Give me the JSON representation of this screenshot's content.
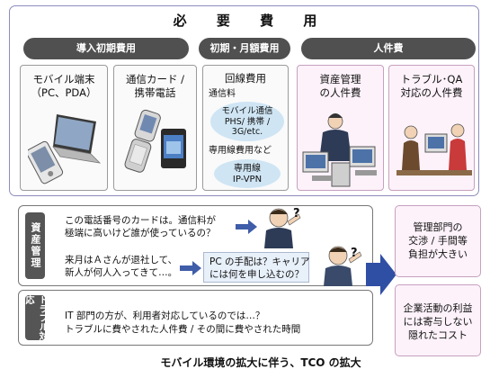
{
  "title": "必 要 費 用",
  "categories": {
    "initial": "導入初期費用",
    "initial_monthly": "初期・月額費用",
    "personnel": "人件費"
  },
  "columns": {
    "device": {
      "line1": "モバイル端末",
      "line2": "（PC、PDA）"
    },
    "card": {
      "line1": "通信カード /",
      "line2": "携帯電話"
    },
    "line_cost": {
      "head": "回線費用",
      "fee_label": "通信料",
      "fee_bubble": [
        "モバイル通信",
        "PHS/ 携帯 /",
        "3G/etc."
      ],
      "dedicated_label": "専用線費用など",
      "dedicated_bubble": [
        "専用線",
        "IP-VPN"
      ]
    },
    "asset_personnel": {
      "line1": "資産管理",
      "line2": "の人件費"
    },
    "trouble_personnel": {
      "line1": "トラブル･QA",
      "line2": "対応の人件費"
    }
  },
  "asset_management": {
    "label": "資産管理",
    "line1a": "この電話番号のカードは。通信料が",
    "line1b": "極端に高いけど誰が使っているの？",
    "line2a": "来月はＡさんが退社して、",
    "line2b": "新人が何人入ってきて…。",
    "reply_a": "PC の手配は？キャリア",
    "reply_b": "には何を申し込むの？",
    "question": "?"
  },
  "trouble_response": {
    "label": "トラブル対応",
    "line1": "IT 部門の方が、利用者対応しているのでは…？",
    "line2": "トラブルに費やされた人件費 / その間に費やされた時間"
  },
  "results": {
    "r1": [
      "管理部門の",
      "交渉 / 手間等",
      "負担が大きい"
    ],
    "r2": [
      "企業活動の利益",
      "には寄与しない",
      "隠れたコスト"
    ]
  },
  "caption": "モバイル環境の拡大に伴う、TCO の拡大"
}
